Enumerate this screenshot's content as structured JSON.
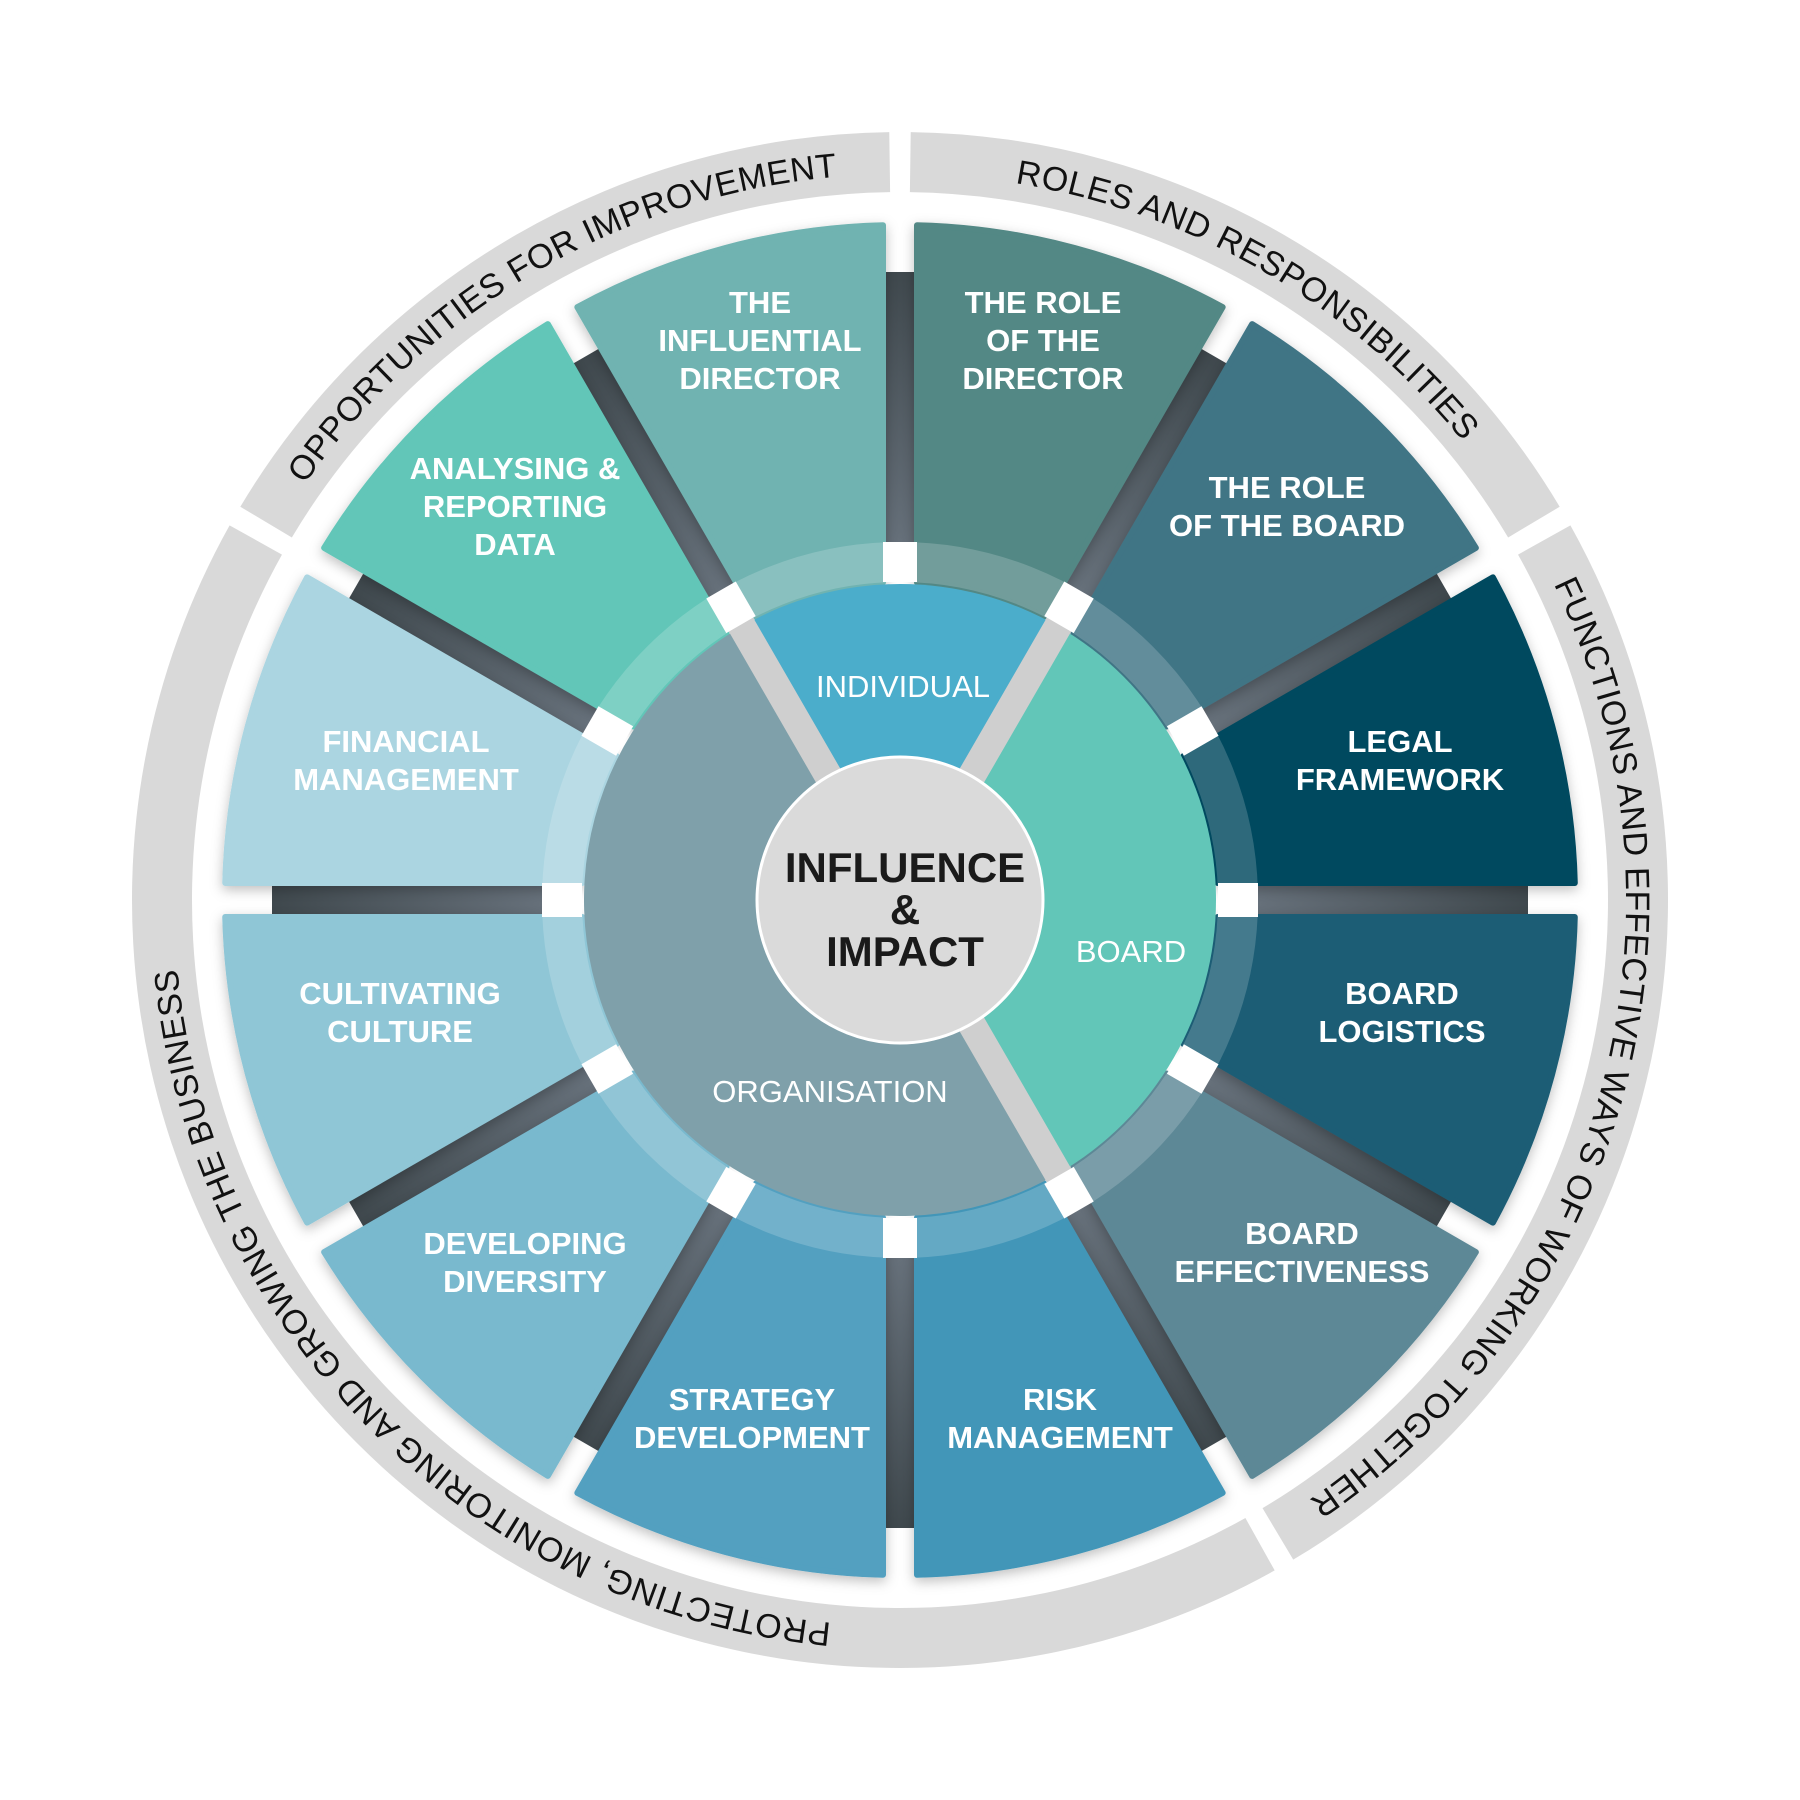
{
  "center": {
    "lines": [
      "INFLUENCE",
      "&",
      "IMPACT"
    ],
    "color": "#dadada"
  },
  "inner_sectors": [
    {
      "id": "individual",
      "label": "INDIVIDUAL",
      "color": "#4badcb"
    },
    {
      "id": "board",
      "label": "BOARD",
      "color": "#62c6b8"
    },
    {
      "id": "organisation",
      "label": "ORGANISATION",
      "color": "#7fa0aa"
    }
  ],
  "segments": [
    {
      "id": "the-influential-director",
      "lines": [
        "THE",
        "INFLUENTIAL",
        "DIRECTOR"
      ],
      "color": "#6fb3b1"
    },
    {
      "id": "the-role-of-the-director",
      "lines": [
        "THE ROLE",
        "OF THE",
        "DIRECTOR"
      ],
      "color": "#528885"
    },
    {
      "id": "the-role-of-the-board",
      "lines": [
        "THE ROLE",
        "OF THE BOARD"
      ],
      "color": "#417485"
    },
    {
      "id": "legal-framework",
      "lines": [
        "LEGAL",
        "FRAMEWORK"
      ],
      "color": "#04495e"
    },
    {
      "id": "board-logistics",
      "lines": [
        "BOARD",
        "LOGISTICS"
      ],
      "color": "#1c5d75"
    },
    {
      "id": "board-effectiveness",
      "lines": [
        "BOARD",
        "EFFECTIVENESS"
      ],
      "color": "#5d8896"
    },
    {
      "id": "risk-management",
      "lines": [
        "RISK",
        "MANAGEMENT"
      ],
      "color": "#4396b8"
    },
    {
      "id": "strategy-development",
      "lines": [
        "STRATEGY",
        "DEVELOPMENT"
      ],
      "color": "#52a0c0"
    },
    {
      "id": "developing-diversity",
      "lines": [
        "DEVELOPING",
        "DIVERSITY"
      ],
      "color": "#79b9ce"
    },
    {
      "id": "cultivating-culture",
      "lines": [
        "CULTIVATING",
        "CULTURE"
      ],
      "color": "#8fc6d6"
    },
    {
      "id": "financial-management",
      "lines": [
        "FINANCIAL",
        "MANAGEMENT"
      ],
      "color": "#abd5e1"
    },
    {
      "id": "analysing-reporting-data",
      "lines": [
        "ANALYSING &",
        "REPORTING",
        "DATA"
      ],
      "color": "#62c6b8"
    }
  ],
  "bands": [
    {
      "id": "opportunities",
      "label": "OPPORTUNITIES FOR IMPROVEMENT"
    },
    {
      "id": "roles",
      "label": "ROLES AND RESPONSIBILITIES"
    },
    {
      "id": "functions",
      "label": "FUNCTIONS AND EFFECTIVE WAYS OF WORKING TOGETHER"
    },
    {
      "id": "protecting",
      "label": "PROTECTING, MONITORING AND GROWING THE BUSINESS"
    }
  ],
  "colors": {
    "band": "#d9d9d9",
    "bar": "#4c565b",
    "divider": "#cfcfcf"
  }
}
